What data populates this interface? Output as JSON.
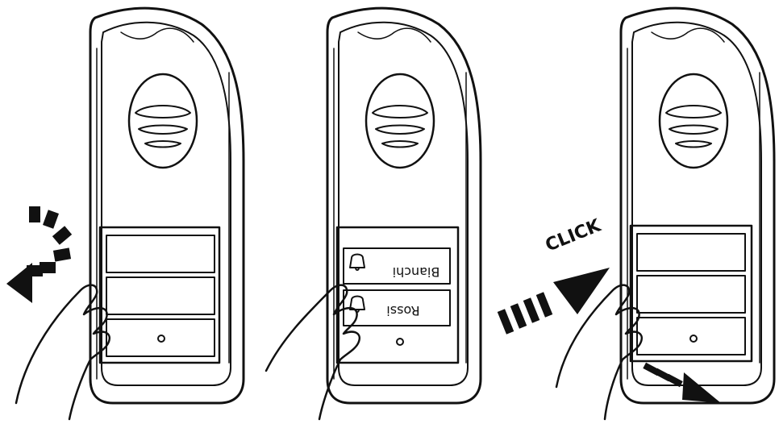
{
  "panels": [
    {
      "id": "step-1",
      "name_tags": [],
      "action": "remove-cover"
    },
    {
      "id": "step-2",
      "name_tags": [
        {
          "text": "Bianchi",
          "icon": "bell-icon"
        },
        {
          "text": "Rossi",
          "icon": "bell-icon"
        }
      ],
      "action": "insert-nameplates"
    },
    {
      "id": "step-3",
      "name_tags": [],
      "action": "reattach-cover",
      "callout": "CLICK"
    }
  ],
  "colors": {
    "ink": "#111111",
    "paper": "#ffffff"
  }
}
